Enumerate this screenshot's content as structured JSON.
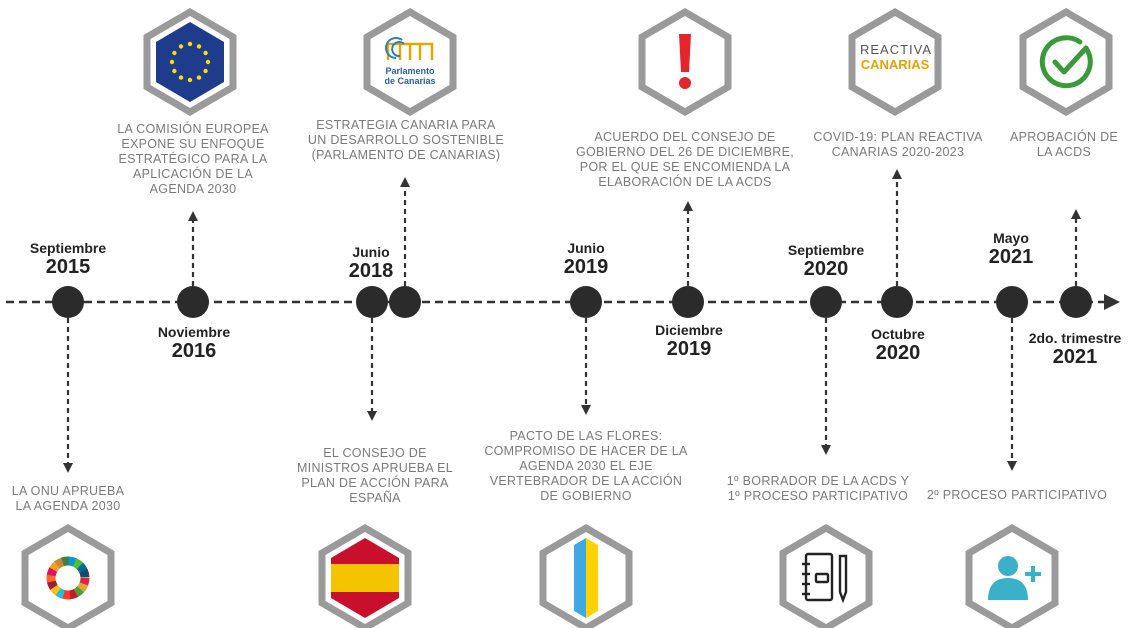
{
  "colors": {
    "line": "#333333",
    "dot": "#2b2b2b",
    "hex_border": "#9a9a9a",
    "text_dark": "#222222",
    "text_muted": "#7a7a7a",
    "eu_blue": "#1f3c8c",
    "eu_star": "#ffdd00",
    "spain_red": "#c8102e",
    "spain_yellow": "#f5c400",
    "canarias_blue": "#3fa9e0",
    "canarias_yellow": "#ffd200",
    "alert_red": "#e3262b",
    "check_green": "#3a9a3a",
    "person_teal": "#3bb0c9"
  },
  "timeline": {
    "events": [
      {
        "id": "sep2015",
        "month": "Septiembre",
        "year": "2015"
      },
      {
        "id": "nov2016",
        "month": "Noviembre",
        "year": "2016"
      },
      {
        "id": "jun2018",
        "month": "Junio",
        "year": "2018"
      },
      {
        "id": "jun2019",
        "month": "Junio",
        "year": "2019"
      },
      {
        "id": "dic2019",
        "month": "Diciembre",
        "year": "2019"
      },
      {
        "id": "sep2020",
        "month": "Septiembre",
        "year": "2020"
      },
      {
        "id": "oct2020",
        "month": "Octubre",
        "year": "2020"
      },
      {
        "id": "may2021",
        "month": "Mayo",
        "year": "2021"
      },
      {
        "id": "t2_2021",
        "month": "2do. trimestre",
        "year": "2021"
      }
    ],
    "descriptions": {
      "onu": [
        "LA ONU APRUEBA",
        "LA AGENDA 2030"
      ],
      "eu": [
        "LA COMISIÓN EUROPEA",
        "EXPONE SU ENFOQUE",
        "ESTRATÉGICO PARA LA",
        "APLICACIÓN DE LA",
        "AGENDA 2030"
      ],
      "consejo": [
        "EL CONSEJO DE",
        "MINISTROS APRUEBA EL",
        "PLAN DE ACCIÓN PARA",
        "ESPAÑA"
      ],
      "estrategia": [
        "ESTRATEGIA CANARIA PARA",
        "UN DESARROLLO SOSTENIBLE",
        "(PARLAMENTO DE CANARIAS)"
      ],
      "pacto": [
        "PACTO DE LAS FLORES:",
        "COMPROMISO DE HACER DE LA",
        "AGENDA 2030 EL EJE",
        "VERTEBRADOR DE LA ACCIÓN",
        "DE GOBIERNO"
      ],
      "acuerdo": [
        "ACUERDO DEL CONSEJO DE",
        "GOBIERNO DEL 26 DE DICIEMBRE,",
        "POR EL QUE SE ENCOMIENDA LA",
        "ELABORACIÓN DE LA ACDS"
      ],
      "borrador": [
        "1º BORRADOR DE LA ACDS Y",
        "1º PROCESO PARTICIPATIVO"
      ],
      "covid": [
        "COVID-19: PLAN REACTIVA",
        "CANARIAS 2020-2023"
      ],
      "proceso2": [
        "2º PROCESO PARTICIPATIVO"
      ],
      "aprobacion": [
        "APROBACIÓN DE",
        "LA ACDS"
      ]
    },
    "logos": {
      "parlamento": [
        "Parlamento",
        "de Canarias"
      ],
      "reactiva": [
        "REACTIVA",
        "CANARIAS"
      ]
    },
    "icons": [
      "sdg-wheel-icon",
      "eu-flag-icon",
      "spain-flag-icon",
      "parlamento-logo-icon",
      "canarias-flag-icon",
      "alert-icon",
      "notebook-pen-icon",
      "reactiva-logo-icon",
      "add-person-icon",
      "check-icon"
    ]
  }
}
